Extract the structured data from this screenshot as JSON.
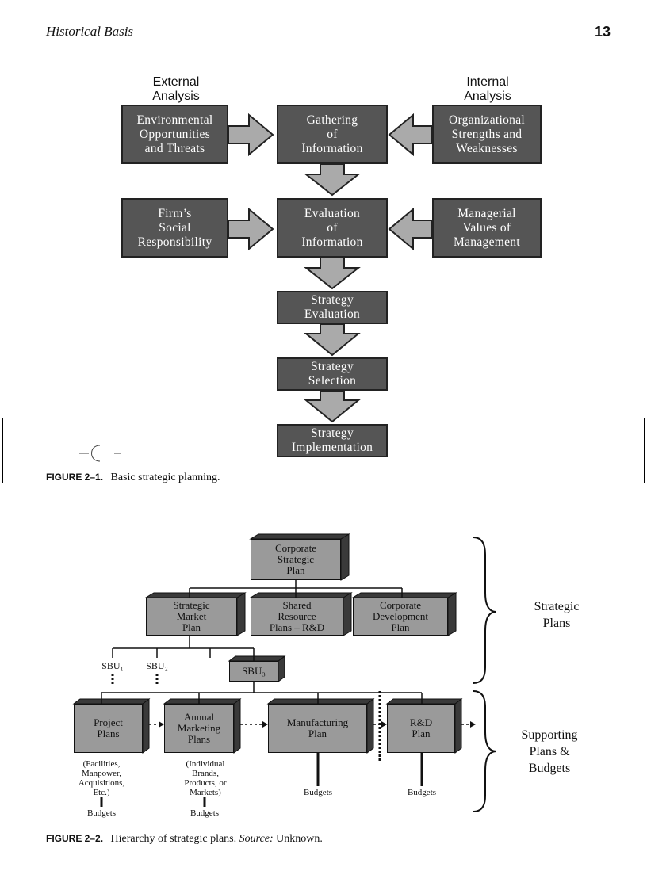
{
  "header": {
    "running_title": "Historical Basis",
    "page_number": "13"
  },
  "figure1": {
    "external_label": "External\nAnalysis",
    "internal_label": "Internal\nAnalysis",
    "boxes": {
      "environmental": "Environmental\nOpportunities\nand Threats",
      "gathering": "Gathering\nof\nInformation",
      "organizational": "Organizational\nStrengths and\nWeaknesses",
      "social": "Firm’s\nSocial\nResponsibility",
      "evaluation_info": "Evaluation\nof\nInformation",
      "managerial": "Managerial\nValues of\nManagement",
      "strategy_evaluation": "Strategy\nEvaluation",
      "strategy_selection": "Strategy\nSelection",
      "strategy_implementation": "Strategy\nImplementation"
    },
    "caption_label": "FIGURE 2–1.",
    "caption_text": "Basic strategic planning."
  },
  "figure2": {
    "boxes": {
      "corporate": "Corporate\nStrategic\nPlan",
      "market": "Strategic\nMarket\nPlan",
      "shared": "Shared\nResource\nPlans – R&D",
      "development": "Corporate\nDevelopment\nPlan",
      "sbu3": "SBU₃",
      "project": "Project\nPlans",
      "marketing": "Annual\nMarketing\nPlans",
      "manufacturing": "Manufacturing\nPlan",
      "rnd": "R&D\nPlan"
    },
    "sbu1": "SBU₁",
    "sbu2": "SBU₂",
    "notes": {
      "project": "(Facilities,\nManpower,\nAcquisitions,\nEtc.)",
      "marketing": "(Individual\nBrands,\nProducts, or\nMarkets)"
    },
    "budgets": "Budgets",
    "brace_strategic": "Strategic\nPlans",
    "brace_supporting": "Supporting\nPlans &\nBudgets",
    "caption_label": "FIGURE 2–2.",
    "caption_text": "Hierarchy of strategic plans.",
    "caption_source_label": "Source:",
    "caption_source_text": "Unknown."
  }
}
